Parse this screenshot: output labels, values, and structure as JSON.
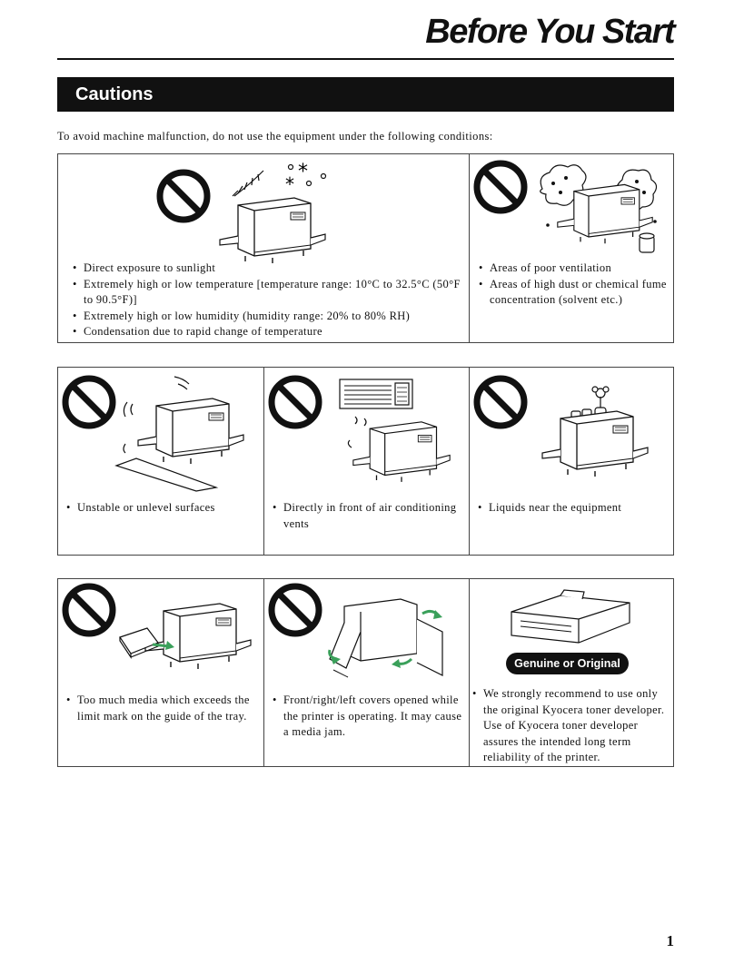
{
  "page": {
    "title": "Before You Start",
    "page_number": "1"
  },
  "section": {
    "title": "Cautions"
  },
  "intro": "To avoid machine malfunction, do not use the equipment under the following conditions:",
  "rows": [
    {
      "cells": [
        {
          "bullets": [
            "Direct exposure to sunlight",
            "Extremely high or low temperature [temperature range: 10°C to 32.5°C (50°F to 90.5°F)]",
            "Extremely high or low humidity (humidity range: 20% to 80% RH)",
            "Condensation due to rapid change of temperature"
          ]
        },
        {
          "bullets": [
            "Areas of poor ventilation",
            "Areas of high dust or chemical fume concentration (solvent etc.)"
          ]
        }
      ]
    },
    {
      "cells": [
        {
          "bullets": [
            "Unstable or unlevel surfaces"
          ]
        },
        {
          "bullets": [
            "Directly in front of air conditioning vents"
          ]
        },
        {
          "bullets": [
            "Liquids near the equipment"
          ]
        }
      ]
    },
    {
      "cells": [
        {
          "bullets": [
            "Too much media which exceeds the limit mark on the guide of the tray."
          ]
        },
        {
          "bullets": [
            "Front/right/left covers opened while the printer is operating. It may cause a media jam."
          ]
        },
        {
          "badge": "Genuine or Original",
          "bullets": [
            "We strongly recommend to use only the original Kyocera toner developer. Use of Kyocera toner developer assures the intended long term reliability of the printer."
          ]
        }
      ]
    }
  ],
  "colors": {
    "banner": "#111111",
    "arrow_green": "#3aa05a"
  },
  "icons": [
    "no-entry-icon",
    "printer-illustration",
    "toner-cartridge-illustration"
  ]
}
